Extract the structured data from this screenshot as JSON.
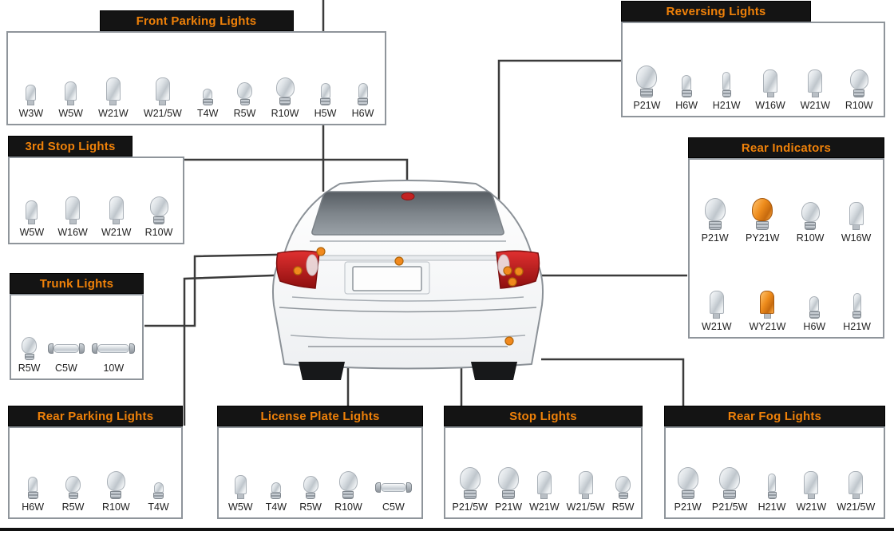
{
  "colors": {
    "panel_title_bg": "#141414",
    "panel_title_text": "#ef8109",
    "connector": "#3b3b3b",
    "marker_orange": "#f1891d",
    "tail_light_red": "#c32222",
    "amber_bulb": "#ee8c1c"
  },
  "car": {
    "description": "sedan-rear-view"
  },
  "panels": [
    {
      "id": "front-parking-lights",
      "title": "Front Parking Lights",
      "rows": [
        [
          {
            "label": "W3W",
            "shape": "wedge-s",
            "amber": false
          },
          {
            "label": "W5W",
            "shape": "wedge-m",
            "amber": false
          },
          {
            "label": "W21W",
            "shape": "wedge-l",
            "amber": false
          },
          {
            "label": "W21/5W",
            "shape": "wedge-l",
            "amber": false
          },
          {
            "label": "T4W",
            "shape": "tube-s",
            "amber": false
          },
          {
            "label": "R5W",
            "shape": "globe-s",
            "amber": false
          },
          {
            "label": "R10W",
            "shape": "globe-m",
            "amber": false
          },
          {
            "label": "H5W",
            "shape": "tube-m",
            "amber": false
          },
          {
            "label": "H6W",
            "shape": "tube-m",
            "amber": false
          }
        ]
      ]
    },
    {
      "id": "reversing-lights",
      "title": "Reversing Lights",
      "rows": [
        [
          {
            "label": "P21W",
            "shape": "globe-l",
            "amber": false
          },
          {
            "label": "H6W",
            "shape": "tube-m",
            "amber": false
          },
          {
            "label": "H21W",
            "shape": "tube-l",
            "amber": false
          },
          {
            "label": "W16W",
            "shape": "wedge-l",
            "amber": false
          },
          {
            "label": "W21W",
            "shape": "wedge-l",
            "amber": false
          },
          {
            "label": "R10W",
            "shape": "globe-m",
            "amber": false
          }
        ]
      ]
    },
    {
      "id": "third-stop-lights",
      "title": "3rd Stop Lights",
      "rows": [
        [
          {
            "label": "W5W",
            "shape": "wedge-m",
            "amber": false
          },
          {
            "label": "W16W",
            "shape": "wedge-l",
            "amber": false
          },
          {
            "label": "W21W",
            "shape": "wedge-l",
            "amber": false
          },
          {
            "label": "R10W",
            "shape": "globe-m",
            "amber": false
          }
        ]
      ]
    },
    {
      "id": "rear-indicators",
      "title": "Rear Indicators",
      "rows": [
        [
          {
            "label": "P21W",
            "shape": "globe-l",
            "amber": false
          },
          {
            "label": "PY21W",
            "shape": "globe-l",
            "amber": true
          },
          {
            "label": "R10W",
            "shape": "globe-m",
            "amber": false
          },
          {
            "label": "W16W",
            "shape": "wedge-l",
            "amber": false
          }
        ],
        [
          {
            "label": "W21W",
            "shape": "wedge-l",
            "amber": false
          },
          {
            "label": "WY21W",
            "shape": "wedge-l",
            "amber": true
          },
          {
            "label": "H6W",
            "shape": "tube-m",
            "amber": false
          },
          {
            "label": "H21W",
            "shape": "tube-l",
            "amber": false
          }
        ]
      ]
    },
    {
      "id": "trunk-lights",
      "title": "Trunk Lights",
      "rows": [
        [
          {
            "label": "R5W",
            "shape": "globe-s",
            "amber": false
          },
          {
            "label": "C5W",
            "shape": "festoon",
            "amber": false
          },
          {
            "label": "10W",
            "shape": "festoon-l",
            "amber": false
          }
        ]
      ]
    },
    {
      "id": "rear-parking-lights",
      "title": "Rear Parking Lights",
      "rows": [
        [
          {
            "label": "H6W",
            "shape": "tube-m",
            "amber": false
          },
          {
            "label": "R5W",
            "shape": "globe-s",
            "amber": false
          },
          {
            "label": "R10W",
            "shape": "globe-m",
            "amber": false
          },
          {
            "label": "T4W",
            "shape": "tube-s",
            "amber": false
          }
        ]
      ]
    },
    {
      "id": "license-plate-lights",
      "title": "License Plate Lights",
      "rows": [
        [
          {
            "label": "W5W",
            "shape": "wedge-m",
            "amber": false
          },
          {
            "label": "T4W",
            "shape": "tube-s",
            "amber": false
          },
          {
            "label": "R5W",
            "shape": "globe-s",
            "amber": false
          },
          {
            "label": "R10W",
            "shape": "globe-m",
            "amber": false
          },
          {
            "label": "C5W",
            "shape": "festoon",
            "amber": false
          }
        ]
      ]
    },
    {
      "id": "stop-lights",
      "title": "Stop Lights",
      "rows": [
        [
          {
            "label": "P21/5W",
            "shape": "globe-l",
            "amber": false
          },
          {
            "label": "P21W",
            "shape": "globe-l",
            "amber": false
          },
          {
            "label": "W21W",
            "shape": "wedge-l",
            "amber": false
          },
          {
            "label": "W21/5W",
            "shape": "wedge-l",
            "amber": false
          },
          {
            "label": "R5W",
            "shape": "globe-s",
            "amber": false
          }
        ]
      ]
    },
    {
      "id": "rear-fog-lights",
      "title": "Rear Fog Lights",
      "rows": [
        [
          {
            "label": "P21W",
            "shape": "globe-l",
            "amber": false
          },
          {
            "label": "P21/5W",
            "shape": "globe-l",
            "amber": false
          },
          {
            "label": "H21W",
            "shape": "tube-l",
            "amber": false
          },
          {
            "label": "W21W",
            "shape": "wedge-l",
            "amber": false
          },
          {
            "label": "W21/5W",
            "shape": "wedge-l",
            "amber": false
          }
        ]
      ]
    }
  ]
}
